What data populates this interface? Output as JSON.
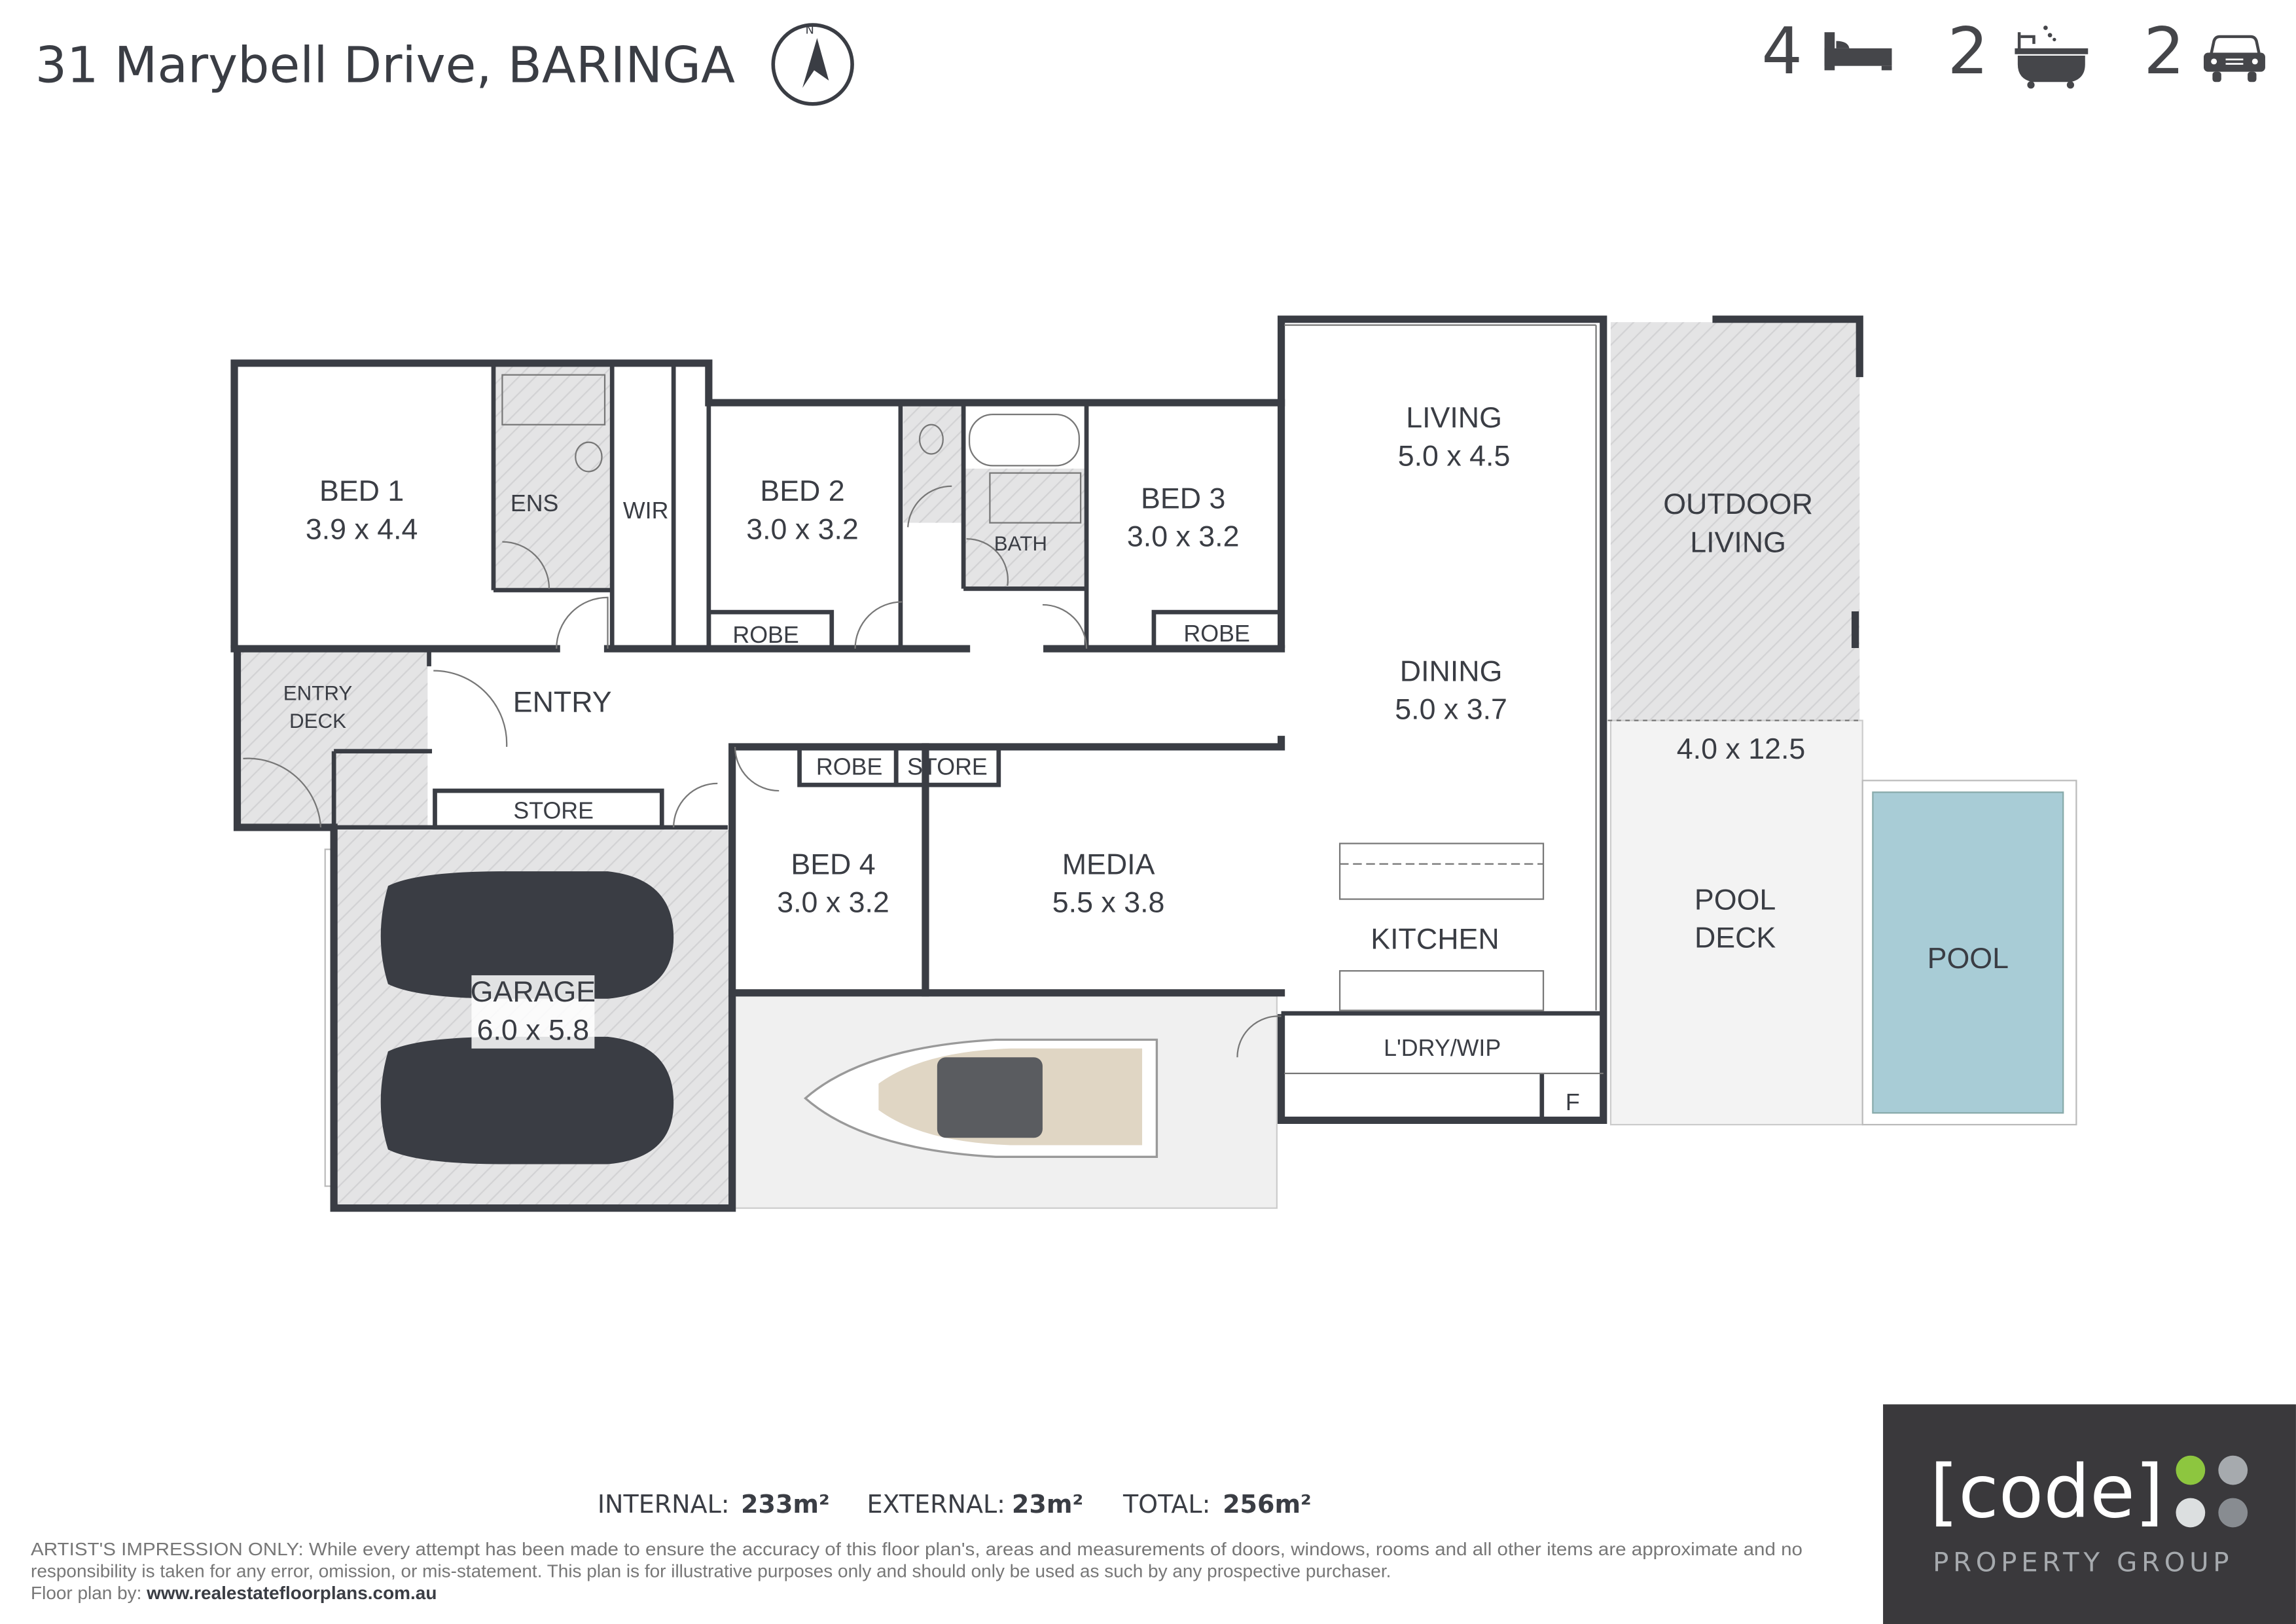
{
  "header": {
    "address": "31 Marybell Drive, BARINGA",
    "compass_label": "N"
  },
  "features": {
    "beds": "4",
    "baths": "2",
    "cars": "2"
  },
  "rooms": [
    {
      "name": "BED 1",
      "dims": "3.9 x 4.4"
    },
    {
      "name": "ENS"
    },
    {
      "name": "WIR"
    },
    {
      "name": "BED 2",
      "dims": "3.0 x 3.2"
    },
    {
      "name": "BATH"
    },
    {
      "name": "BED 3",
      "dims": "3.0 x 3.2"
    },
    {
      "name": "ROBE"
    },
    {
      "name": "ROBE"
    },
    {
      "name": "LIVING",
      "dims": "5.0 x 4.5"
    },
    {
      "name": "DINING",
      "dims": "5.0 x 3.7"
    },
    {
      "name": "KITCHEN"
    },
    {
      "name": "L'DRY/WIP"
    },
    {
      "name": "F"
    },
    {
      "name": "OUTDOOR",
      "name2": "LIVING",
      "dims": "4.0 x 12.5"
    },
    {
      "name": "POOL",
      "name2": "DECK"
    },
    {
      "name": "POOL"
    },
    {
      "name": "ENTRY",
      "name2": "DECK"
    },
    {
      "name": "ENTRY"
    },
    {
      "name": "STORE"
    },
    {
      "name": "ROBE"
    },
    {
      "name": "STORE"
    },
    {
      "name": "BED 4",
      "dims": "3.0 x 3.2"
    },
    {
      "name": "MEDIA",
      "dims": "5.5 x 3.8"
    },
    {
      "name": "GARAGE",
      "dims": "6.0 x 5.8"
    }
  ],
  "areas": {
    "internal_label": "INTERNAL:",
    "internal_value": "233m²",
    "external_label": "EXTERNAL:",
    "external_value": "23m²",
    "total_label": "TOTAL:",
    "total_value": "256m²"
  },
  "disclaimer": {
    "line1": "ARTIST'S IMPRESSION ONLY: While every attempt has been made to ensure the accuracy of this floor plan's, areas and measurements of doors, windows, rooms and all other items are approximate and no",
    "line2": "responsibility is taken for any error, omission, or mis-statement. This plan is for illustrative purposes only and should only be used as such by any prospective purchaser.",
    "credit_label": "Floor plan by:",
    "credit_url": "www.realestatefloorplans.com.au"
  },
  "logo": {
    "brand": "[code]",
    "tagline": "PROPERTY GROUP"
  },
  "colors": {
    "wall": "#3a3d44",
    "pool": "#a8ccd6",
    "logo_bg": "#3a393c",
    "logo_green": "#8dc63f"
  }
}
